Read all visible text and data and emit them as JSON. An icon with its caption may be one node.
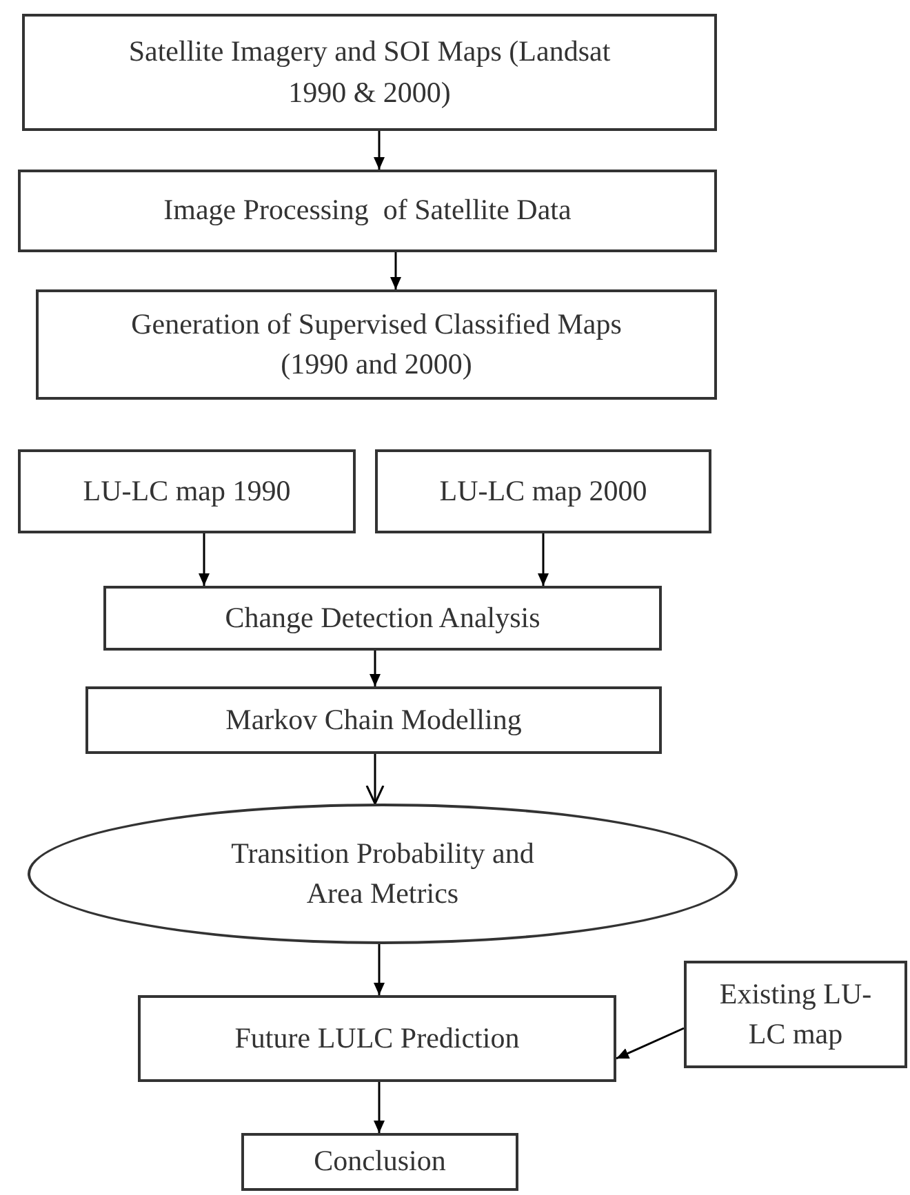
{
  "diagram": {
    "nodes": [
      {
        "text": [
          "Satellite Imagery and SOI Maps (Landsat 1990 & 2000)"
        ]
      },
      {
        "text": [
          "Image Processing  of Satellite Data"
        ]
      },
      {
        "text": [
          "Generation of Supervised Classified Maps (1990 and 2000)"
        ]
      },
      {
        "text": [
          "LU-LC map 1990"
        ]
      },
      {
        "text": [
          "LU-LC map 2000"
        ]
      },
      {
        "text": [
          "Change Detection Analysis"
        ]
      },
      {
        "text": [
          "Markov Chain Modelling"
        ]
      },
      {
        "text": [
          "Transition Probability and Area Metrics"
        ]
      },
      {
        "text": [
          "Future LULC Prediction"
        ]
      },
      {
        "text": [
          "Existing LU-LC map"
        ]
      },
      {
        "text": [
          "Conclusion"
        ]
      }
    ],
    "edges": [
      {
        "from": 0,
        "to": 1,
        "arrow": "to"
      },
      {
        "from": 1,
        "to": 2,
        "arrow": "to"
      },
      {
        "from": 3,
        "to": 5,
        "arrow": "to"
      },
      {
        "from": 4,
        "to": 5,
        "arrow": "to"
      },
      {
        "from": 5,
        "to": 6,
        "arrow": "to"
      },
      {
        "from": 6,
        "to": 7,
        "arrow": "to"
      },
      {
        "from": 7,
        "to": 8,
        "arrow": "to"
      },
      {
        "from": 9,
        "to": 8,
        "arrow": "to"
      },
      {
        "from": 8,
        "to": 10,
        "arrow": "to"
      }
    ]
  }
}
